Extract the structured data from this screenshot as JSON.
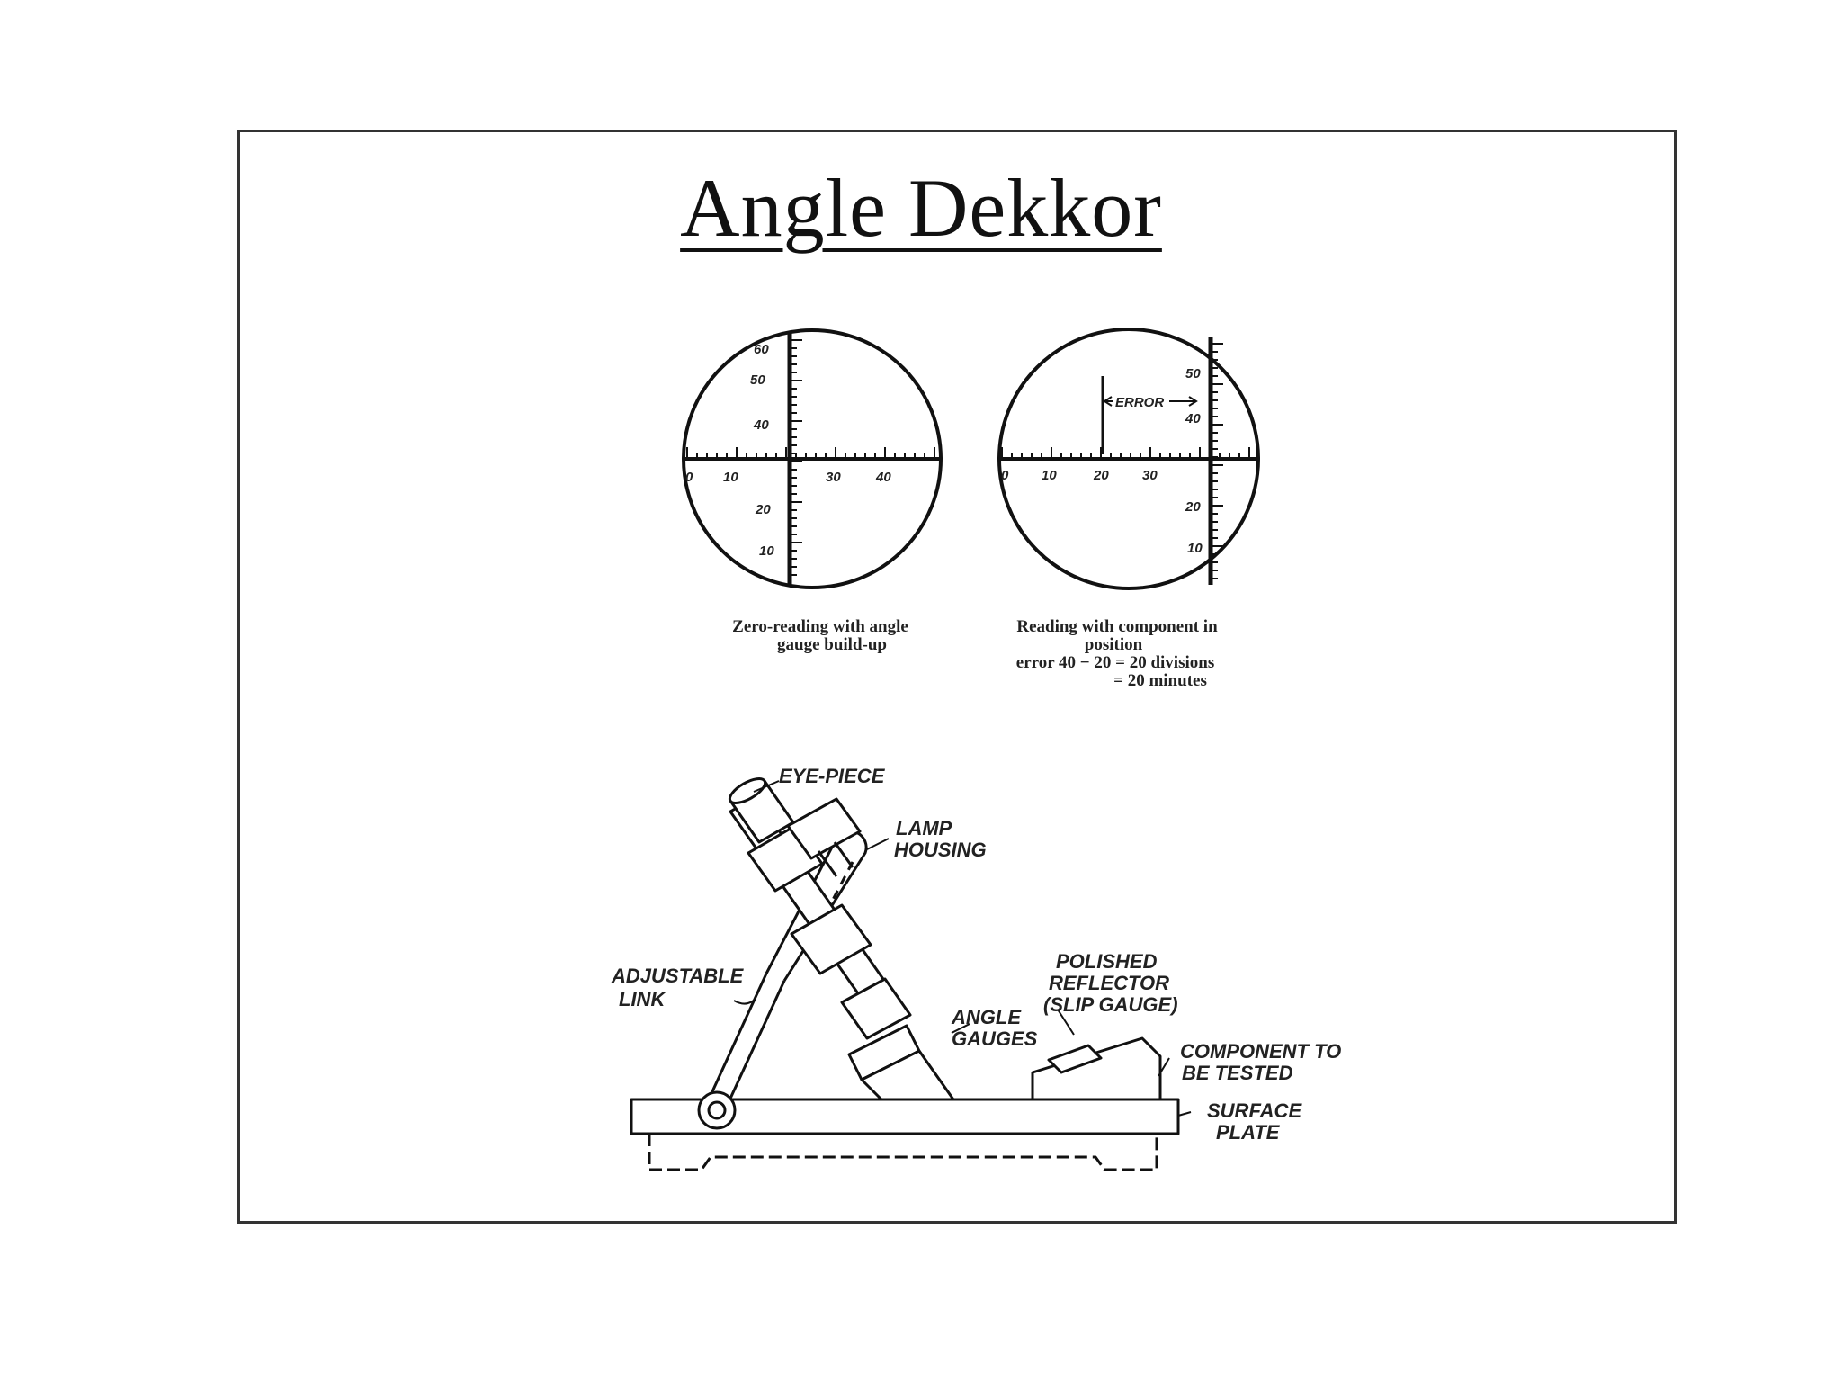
{
  "title": "Angle Dekkor",
  "reticle_left": {
    "caption_lines": [
      "Zero-reading with angle",
      "gauge build-up"
    ],
    "vertical_scale": [
      "60",
      "50",
      "40",
      "20",
      "10"
    ],
    "horizontal_scale": [
      "0",
      "10",
      "30",
      "40"
    ]
  },
  "reticle_right": {
    "caption_lines": [
      "Reading with component in",
      "position",
      "error 40 − 20 = 20 divisions",
      "= 20 minutes"
    ],
    "vertical_scale": [
      "50",
      "40",
      "20",
      "10"
    ],
    "horizontal_scale": [
      "0",
      "10",
      "20",
      "30"
    ],
    "error_label": "ERROR"
  },
  "apparatus_labels": {
    "eye_piece": "EYE-PIECE",
    "lamp": "LAMP",
    "housing": "HOUSING",
    "adjustable": "ADJUSTABLE",
    "link": "LINK",
    "angle": "ANGLE",
    "gauges": "GAUGES",
    "polished": "POLISHED",
    "reflector": "REFLECTOR",
    "slip_gauge": "(SLIP GAUGE)",
    "component_to": "COMPONENT TO",
    "be_tested": "BE TESTED",
    "surface": "SURFACE",
    "plate": "PLATE"
  }
}
